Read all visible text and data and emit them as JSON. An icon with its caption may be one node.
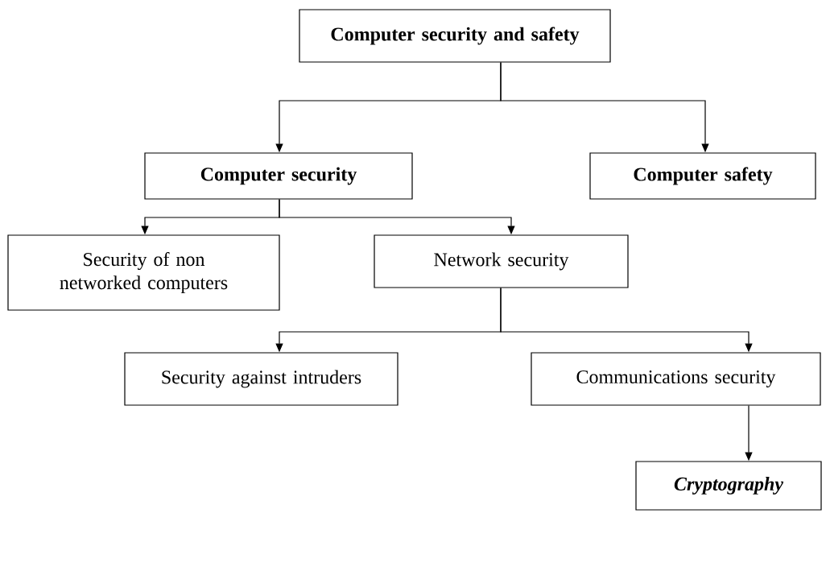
{
  "diagram": {
    "nodes": [
      {
        "text": [
          "Computer security and safety"
        ]
      },
      {
        "text": [
          "Computer security"
        ]
      },
      {
        "text": [
          "Computer safety"
        ]
      },
      {
        "text": [
          "Security of non networked computers"
        ]
      },
      {
        "text": [
          "Network security"
        ]
      },
      {
        "text": [
          "Security against intruders"
        ]
      },
      {
        "text": [
          "Communications security"
        ]
      },
      {
        "text": [
          "Cryptography"
        ]
      }
    ],
    "edges": [
      {
        "from": 0,
        "to": 1,
        "arrow": "to"
      },
      {
        "from": 0,
        "to": 2,
        "arrow": "to"
      },
      {
        "from": 1,
        "to": 3,
        "arrow": "to"
      },
      {
        "from": 1,
        "to": 4,
        "arrow": "to"
      },
      {
        "from": 4,
        "to": 5,
        "arrow": "to"
      },
      {
        "from": 4,
        "to": 6,
        "arrow": "to"
      },
      {
        "from": 6,
        "to": 7,
        "arrow": "to"
      }
    ]
  }
}
